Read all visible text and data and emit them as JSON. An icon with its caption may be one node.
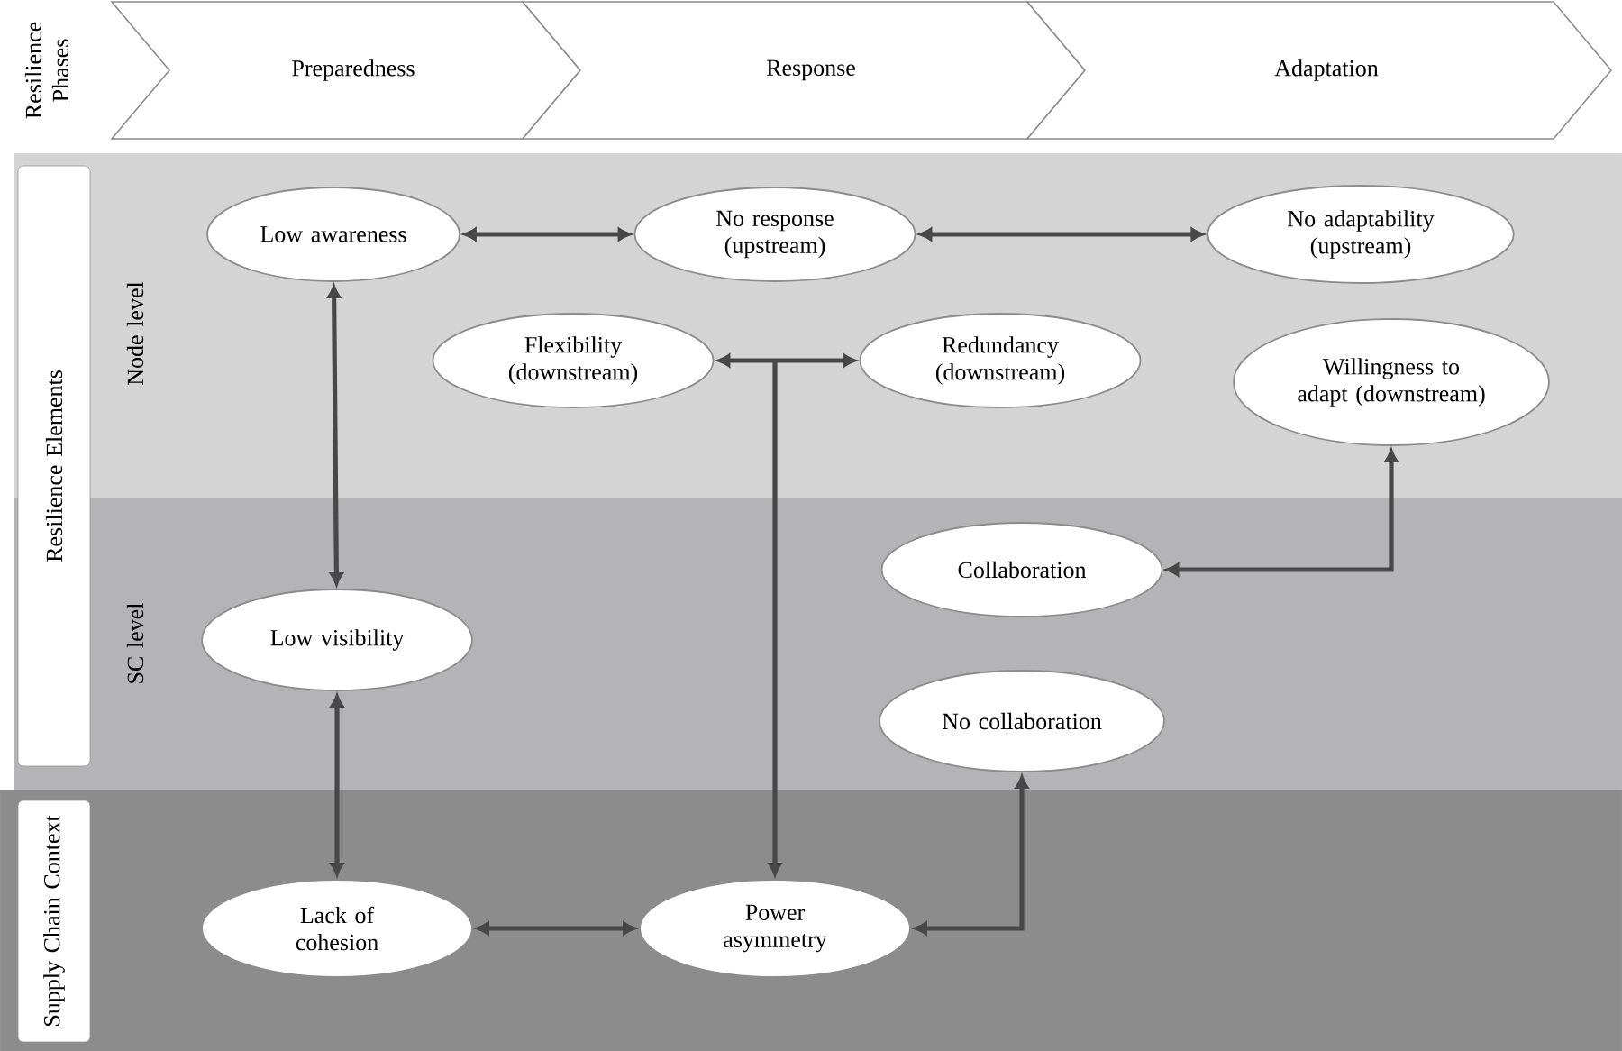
{
  "diagram": {
    "nodes": [
      {
        "text": [
          "Preparedness"
        ]
      },
      {
        "text": [
          "Response"
        ]
      },
      {
        "text": [
          "Adaptation"
        ]
      },
      {
        "text": [
          "Resilience Elements"
        ]
      },
      {
        "text": [
          "Low awareness"
        ]
      },
      {
        "text": [
          "No response (upstream)"
        ]
      },
      {
        "text": [
          "No adaptability (upstream)"
        ]
      },
      {
        "text": [
          "Flexibility (downstream)"
        ]
      },
      {
        "text": [
          "Redundancy (downstream)"
        ]
      },
      {
        "text": [
          "Willingness to adapt (downstream)"
        ]
      },
      {
        "text": [
          "Collaboration"
        ]
      },
      {
        "text": [
          "Low visibility"
        ]
      },
      {
        "text": [
          "No collaboration"
        ]
      },
      {
        "text": [
          "Supply Chain Context"
        ]
      },
      {
        "text": [
          "Lack of cohesion"
        ]
      },
      {
        "text": [
          "Power asymmetry"
        ]
      }
    ],
    "edges": [
      {
        "from": 4,
        "to": 5,
        "arrow": "both"
      },
      {
        "from": 5,
        "to": 6,
        "arrow": "both"
      },
      {
        "from": 4,
        "to": 11,
        "arrow": "both"
      },
      {
        "from": 11,
        "to": 14,
        "arrow": "both"
      },
      {
        "from": 14,
        "to": 15,
        "arrow": "both"
      },
      {
        "from": 7,
        "to": 15,
        "arrow": "both"
      },
      {
        "from": 8,
        "to": 15,
        "arrow": "both"
      },
      {
        "from": 15,
        "to": 12,
        "arrow": "both"
      },
      {
        "from": 10,
        "to": 9,
        "arrow": "both"
      }
    ],
    "labels": [
      "Resilience Phases",
      "Node level",
      "SC level"
    ]
  }
}
